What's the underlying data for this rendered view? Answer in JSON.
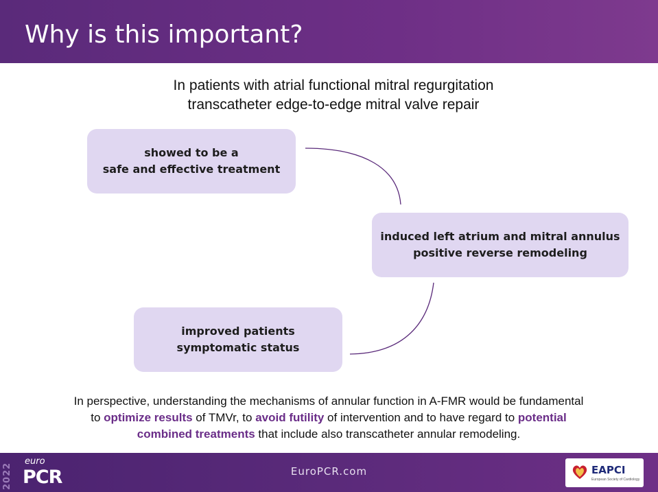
{
  "header": {
    "title": "Why is this important?"
  },
  "intro": {
    "line1": "In patients with atrial functional mitral regurgitation",
    "line2": "transcatheter edge-to-edge mitral valve repair"
  },
  "steps": [
    {
      "line1": "showed to be a",
      "line2": "safe and effective treatment"
    },
    {
      "line1": "induced left atrium and mitral annulus",
      "line2": "positive reverse remodeling"
    },
    {
      "line1": "improved patients",
      "line2": "symptomatic status"
    }
  ],
  "conclusion": {
    "l1": "In perspective, understanding the mechanisms of annular function in A-FMR would be fundamental",
    "l2a": "to ",
    "l2b": "optimize results",
    "l2c": " of TMVr, to ",
    "l2d": "avoid futility",
    "l2e": " of intervention and to have regard to ",
    "l2f": "potential",
    "l3a": "combined treatments",
    "l3b": " that include also transcatheter annular remodeling."
  },
  "footer": {
    "year": "2022",
    "logo_euro": "euro",
    "logo_pcr": "PCR",
    "url": "EuroPCR.com",
    "partner": "EAPCI",
    "partner_sub": "European Society of Cardiology"
  },
  "colors": {
    "accent": "#6a2d88",
    "box_fill": "#e0d7f1",
    "header": "#5a2a7a"
  }
}
